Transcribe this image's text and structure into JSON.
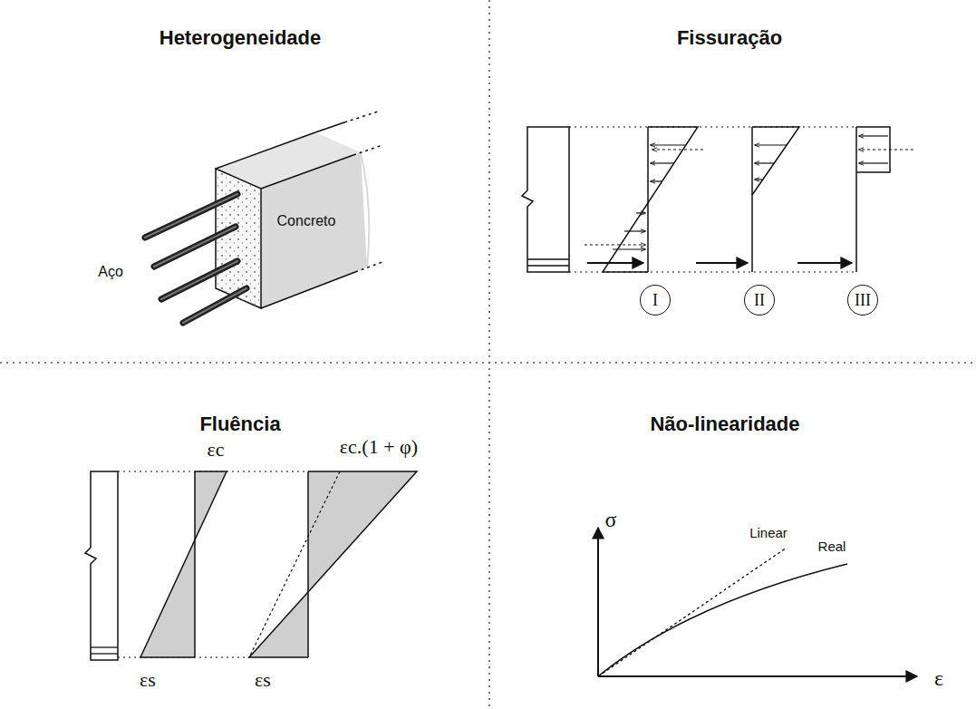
{
  "diagram": {
    "nodes": [
      {
        "text": [
          "I"
        ]
      },
      {
        "text": [
          "II"
        ]
      },
      {
        "text": [
          "III"
        ]
      }
    ],
    "labels": [
      "Heterogeneidade",
      "Fissuração",
      "Fluência",
      "Não-linearidade",
      "Aço",
      "Concreto",
      "εc",
      "εs",
      "εc.(1 + φ)",
      "εs",
      "σ",
      "ε",
      "Linear",
      "Real"
    ]
  }
}
